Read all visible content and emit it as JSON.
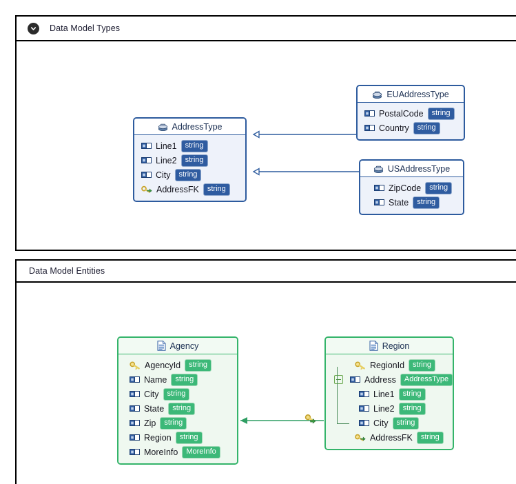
{
  "sections": [
    {
      "id": "data-model-types",
      "title": "Data Model Types",
      "has_collapse_toggle": true
    },
    {
      "id": "data-model-entities",
      "title": "Data Model Entities",
      "has_collapse_toggle": false
    }
  ],
  "types_diagram": {
    "nodes": [
      {
        "name": "AddressType",
        "icon": "complex-type-icon",
        "fields": [
          {
            "icon": "element-icon",
            "name": "Line1",
            "type": "string",
            "indent": 0
          },
          {
            "icon": "element-icon",
            "name": "Line2",
            "type": "string",
            "indent": 0
          },
          {
            "icon": "element-icon",
            "name": "City",
            "type": "string",
            "indent": 0
          },
          {
            "icon": "foreign-key-icon",
            "name": "AddressFK",
            "type": "string",
            "indent": 0
          }
        ]
      },
      {
        "name": "EUAddressType",
        "icon": "complex-type-icon",
        "fields": [
          {
            "icon": "element-icon",
            "name": "PostalCode",
            "type": "string",
            "indent": 0
          },
          {
            "icon": "element-icon",
            "name": "Country",
            "type": "string",
            "indent": 0
          }
        ]
      },
      {
        "name": "USAddressType",
        "icon": "complex-type-icon",
        "fields": [
          {
            "icon": "element-icon",
            "name": "ZipCode",
            "type": "string",
            "indent": 0
          },
          {
            "icon": "element-icon",
            "name": "State",
            "type": "string",
            "indent": 0
          }
        ]
      }
    ],
    "connections": [
      {
        "from": "EUAddressType",
        "to": "AddressType",
        "arrow": "hollow-triangle"
      },
      {
        "from": "USAddressType",
        "to": "AddressType",
        "arrow": "hollow-triangle"
      }
    ]
  },
  "entities_diagram": {
    "nodes": [
      {
        "name": "Agency",
        "icon": "entity-icon",
        "fields": [
          {
            "icon": "primary-key-icon",
            "name": "AgencyId",
            "type": "string",
            "indent": 0
          },
          {
            "icon": "element-icon",
            "name": "Name",
            "type": "string",
            "indent": 0
          },
          {
            "icon": "element-icon",
            "name": "City",
            "type": "string",
            "indent": 0
          },
          {
            "icon": "element-icon",
            "name": "State",
            "type": "string",
            "indent": 0
          },
          {
            "icon": "element-icon",
            "name": "Zip",
            "type": "string",
            "indent": 0
          },
          {
            "icon": "element-icon",
            "name": "Region",
            "type": "string",
            "indent": 0
          },
          {
            "icon": "element-icon",
            "name": "MoreInfo",
            "type": "MoreInfo",
            "indent": 0
          }
        ]
      },
      {
        "name": "Region",
        "icon": "entity-icon",
        "fields": [
          {
            "icon": "primary-key-icon",
            "name": "RegionId",
            "type": "string",
            "indent": 0,
            "expander": false
          },
          {
            "icon": "element-icon",
            "name": "Address",
            "type": "AddressType",
            "indent": 0,
            "expander": true
          },
          {
            "icon": "element-icon",
            "name": "Line1",
            "type": "string",
            "indent": 1,
            "expander": false
          },
          {
            "icon": "element-icon",
            "name": "Line2",
            "type": "string",
            "indent": 1,
            "expander": false
          },
          {
            "icon": "element-icon",
            "name": "City",
            "type": "string",
            "indent": 1,
            "expander": false
          },
          {
            "icon": "foreign-key-icon",
            "name": "AddressFK",
            "type": "string",
            "indent": 0,
            "expander": false
          }
        ]
      }
    ],
    "connections": [
      {
        "from": "Region",
        "to": "Agency",
        "arrow": "solid-arrow",
        "badge_icon": "foreign-key-icon"
      }
    ]
  },
  "colors": {
    "type_border": "#2d5b9e",
    "type_fill": "#eef2fa",
    "type_badge": "#2f5ca0",
    "entity_border": "#34b46a",
    "entity_fill": "#eff8f0",
    "entity_badge": "#3cb878",
    "panel_border": "#000000",
    "canvas": "#ffffff"
  }
}
